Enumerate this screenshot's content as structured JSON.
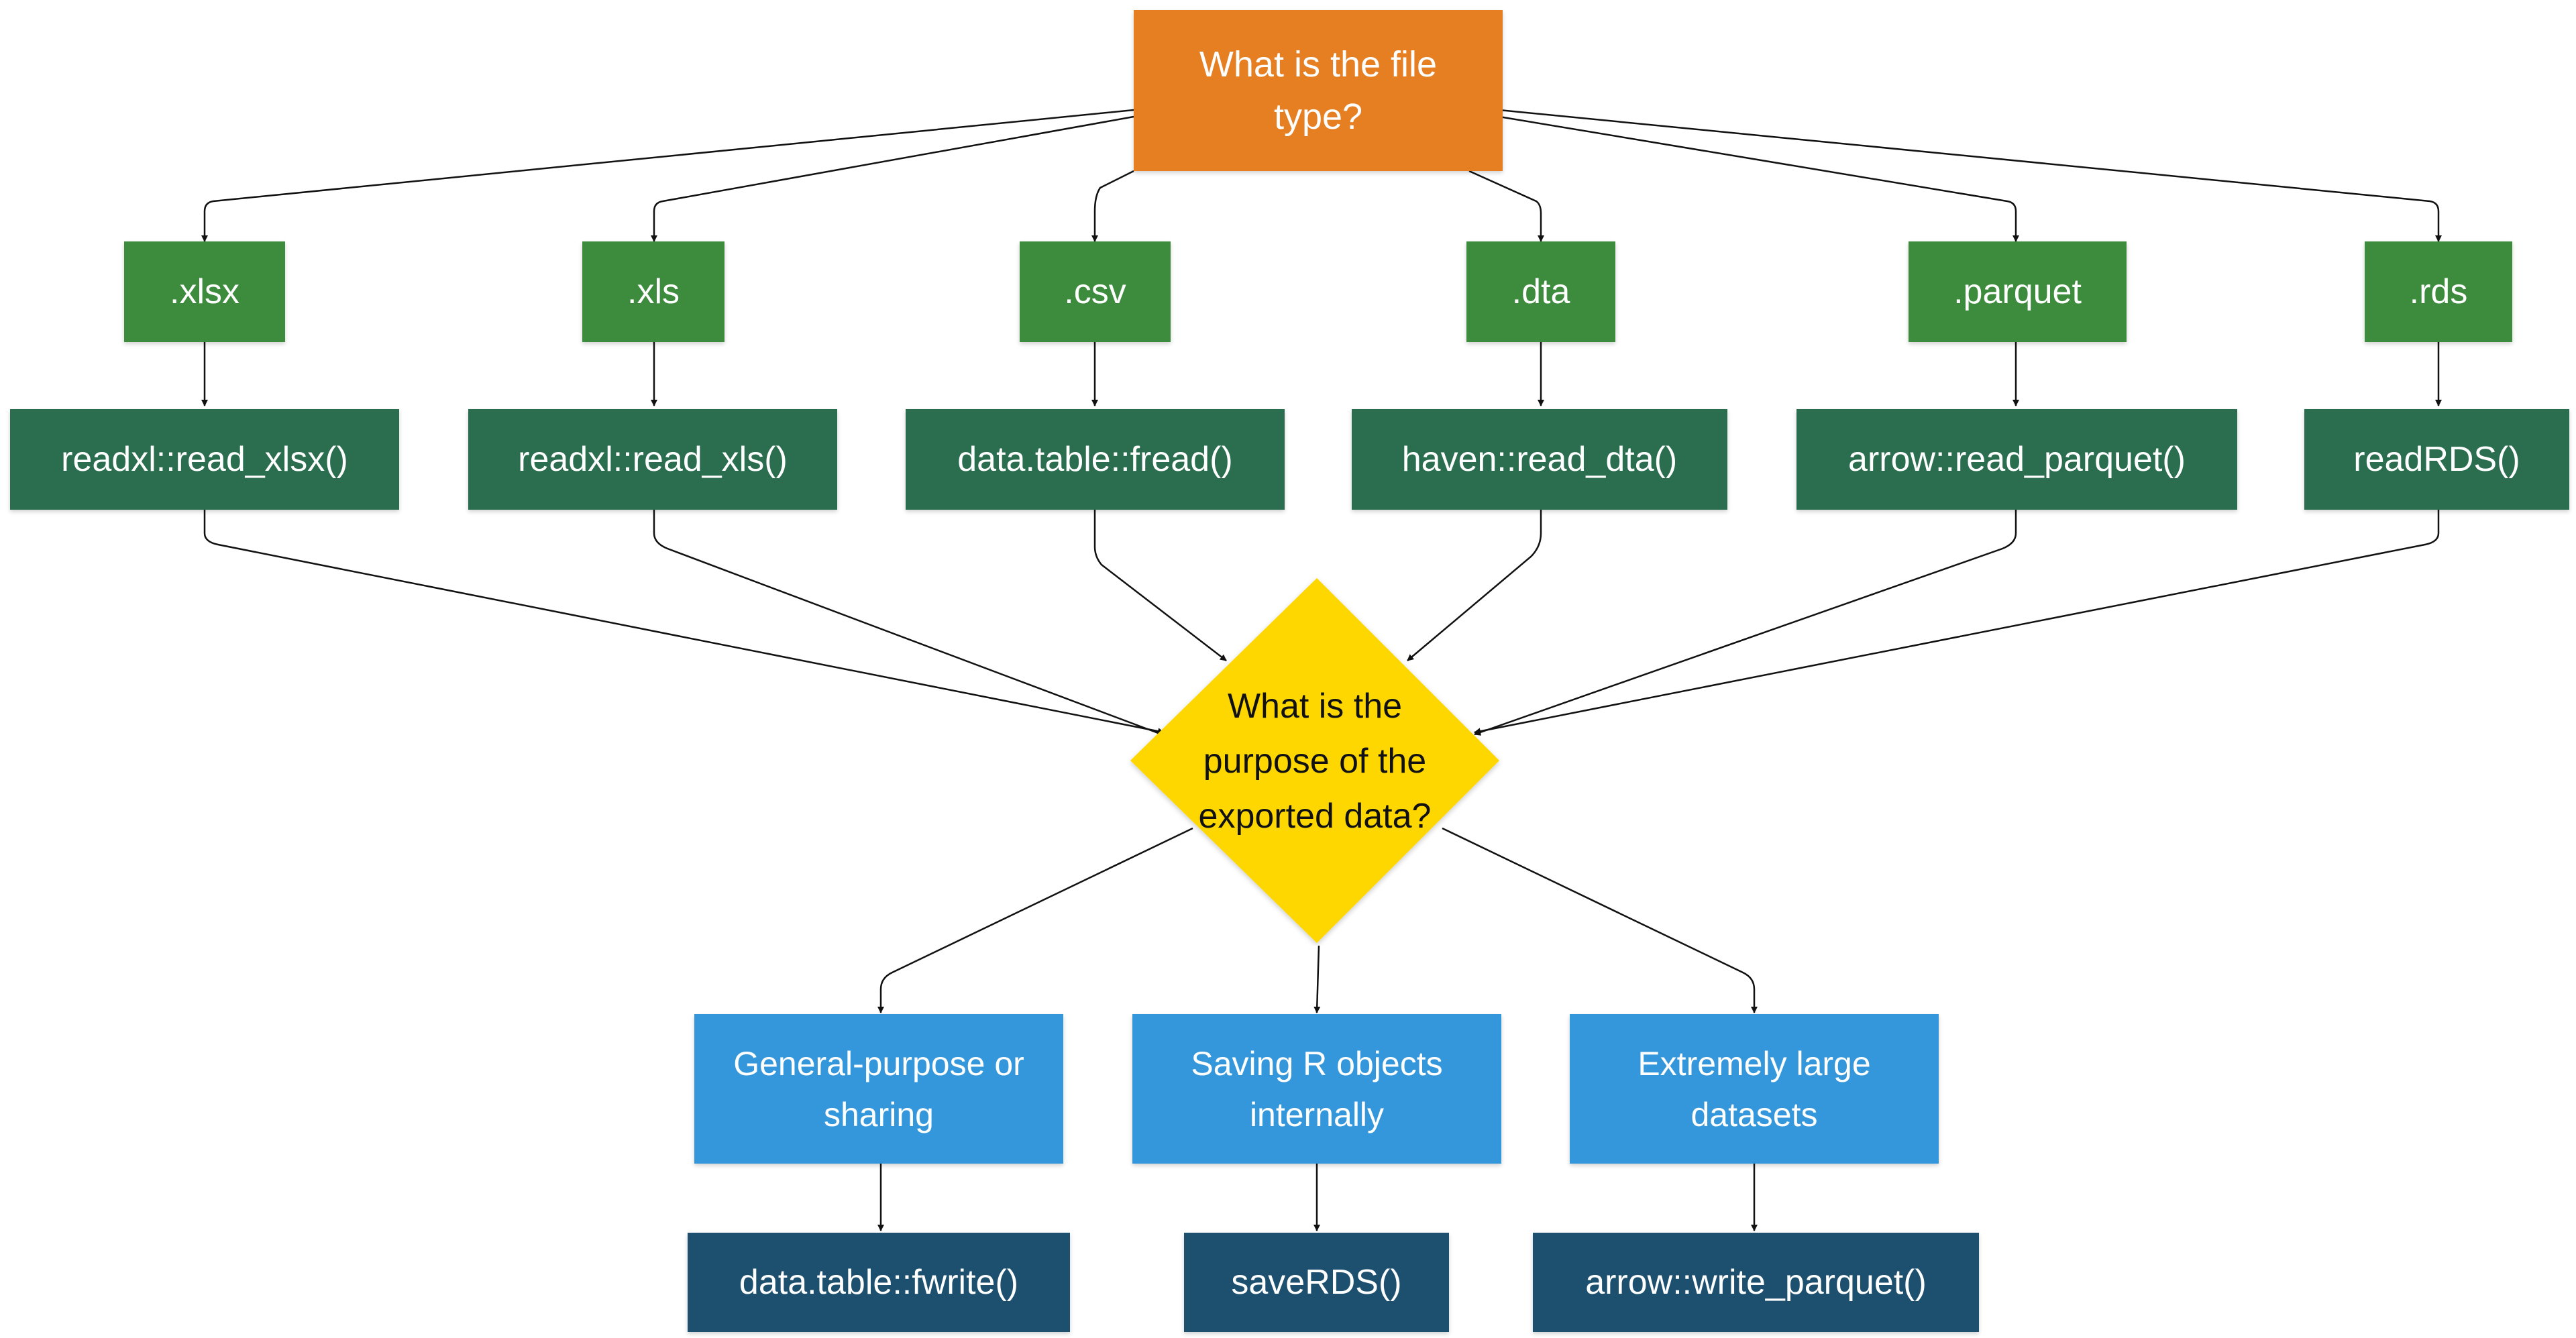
{
  "root_question": "What is the file type?",
  "file_types": [
    ".xlsx",
    ".xls",
    ".csv",
    ".dta",
    ".parquet",
    ".rds"
  ],
  "read_functions": [
    "readxl::read_xlsx()",
    "readxl::read_xls()",
    "data.table::fread()",
    "haven::read_dta()",
    "arrow::read_parquet()",
    "readRDS()"
  ],
  "purpose_question": "What is the purpose of the exported data?",
  "purposes": [
    "General-purpose or sharing",
    "Saving R objects internally",
    "Extremely large datasets"
  ],
  "write_functions": [
    "data.table::fwrite()",
    "saveRDS()",
    "arrow::write_parquet()"
  ],
  "colors": {
    "root_question": "#e67e22",
    "file_type": "#3d8b3d",
    "read_function": "#2a6e4f",
    "purpose_question": "#ffd700",
    "purpose": "#3597db",
    "write_function": "#1d4f6e"
  }
}
